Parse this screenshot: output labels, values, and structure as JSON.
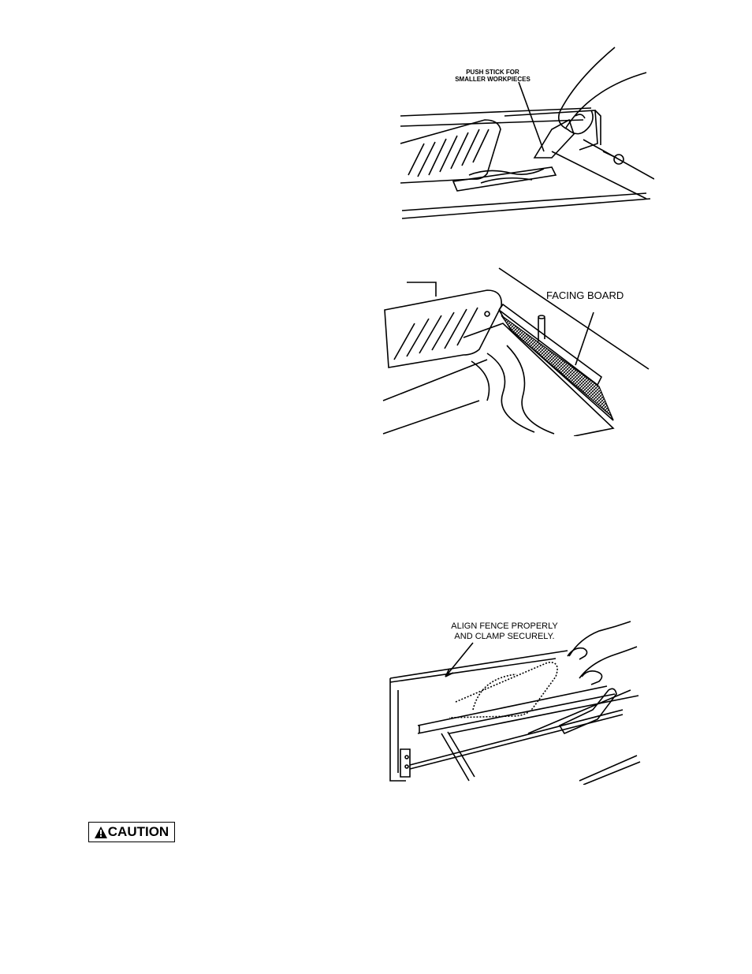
{
  "figures": {
    "push_stick": {
      "label_line1": "PUSH STICK FOR",
      "label_line2": "SMALLER WORKPIECES"
    },
    "facing_board": {
      "label": "FACING BOARD"
    },
    "align_fence": {
      "label_line1": "ALIGN FENCE PROPERLY",
      "label_line2": "AND CLAMP SECURELY."
    }
  },
  "caution": {
    "label": "CAUTION",
    "icon": "warning-triangle-icon"
  }
}
